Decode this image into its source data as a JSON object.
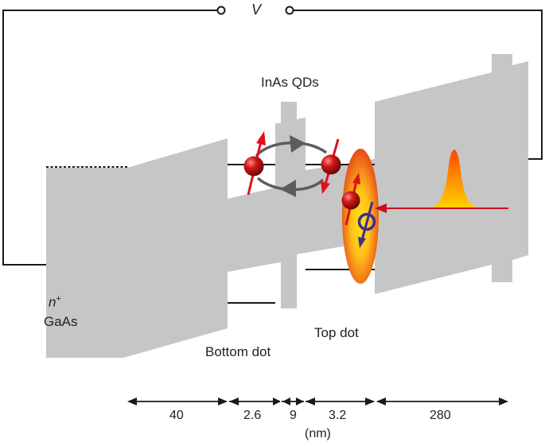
{
  "labels": {
    "voltage": "V",
    "qds": "InAs QDs",
    "substrate_n": "n",
    "substrate_sup": "+",
    "substrate_material": "GaAs",
    "bottom_dot": "Bottom dot",
    "top_dot": "Top dot",
    "unit": "(nm)"
  },
  "dimensions": [
    "40",
    "2.6",
    "9",
    "3.2",
    "280"
  ],
  "colors": {
    "band": "#c6c6c6",
    "wire": "#1a1a1a",
    "electron": "#c8101a",
    "spin_arrow": "#e0101a",
    "hole": "#3b2d8f",
    "cycle_arrow": "#5a5a5a",
    "laser": "#c8101a",
    "pulse_peak": "#ff5a00",
    "pulse_base": "#ffd200"
  },
  "icons": {
    "electron": "red-sphere",
    "hole": "blue-ring",
    "laser_pulse": "gaussian-peak",
    "terminal": "open-circle"
  }
}
